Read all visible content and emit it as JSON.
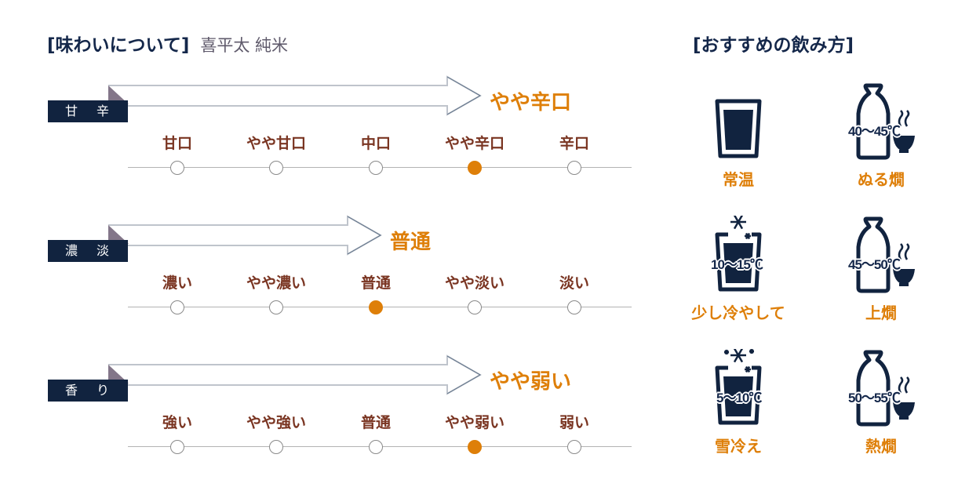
{
  "header": {
    "title": "[味わいについて]",
    "product": "喜平太 純米"
  },
  "scales": [
    {
      "tab_label": [
        "甘",
        "辛"
      ],
      "result": "やや辛口",
      "levels": [
        "甘口",
        "やや甘口",
        "中口",
        "やや辛口",
        "辛口"
      ],
      "selected_index": 3
    },
    {
      "tab_label": [
        "濃",
        "淡"
      ],
      "result": "普通",
      "levels": [
        "濃い",
        "やや濃い",
        "普通",
        "やや淡い",
        "淡い"
      ],
      "selected_index": 2
    },
    {
      "tab_label": [
        "香",
        "り"
      ],
      "result": "やや弱い",
      "levels": [
        "強い",
        "やや強い",
        "普通",
        "やや弱い",
        "弱い"
      ],
      "selected_index": 3
    }
  ],
  "recommend": {
    "title": "[おすすめの飲み方]",
    "items": [
      {
        "icon": "glass-icon",
        "temp": "",
        "label": "常温"
      },
      {
        "icon": "tokkuri-steam-icon",
        "temp": "40〜45℃",
        "label": "ぬる燗"
      },
      {
        "icon": "glass-snowflake-icon",
        "temp": "10〜15℃",
        "label": "少し冷やして"
      },
      {
        "icon": "tokkuri-steam-icon",
        "temp": "45〜50℃",
        "label": "上燗"
      },
      {
        "icon": "glass-snowflake-icon",
        "temp": "5〜10℃",
        "label": "雪冷え"
      },
      {
        "icon": "tokkuri-steam-icon",
        "temp": "50〜55℃",
        "label": "熱燗"
      }
    ]
  },
  "colors": {
    "navy": "#11233f",
    "accent_orange": "#de7f09",
    "level_brown": "#7a3522",
    "fold_gray": "#837689"
  }
}
